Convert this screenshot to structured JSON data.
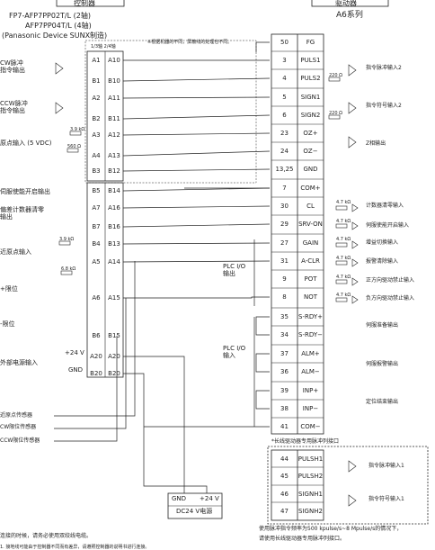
{
  "header": {
    "left_top": "控制器",
    "right_top": "驱动器",
    "model_line1": "FP7-AFP7PP02T/L (2轴)",
    "model_line2": "AFP7PP04T/L (4轴)",
    "model_line3": "(Panasonic Device SUNX制造)",
    "drive_series": "A6系列",
    "axis_labels": "1/3轴  2/4轴"
  },
  "notes": {
    "twist_note": "※根据机器的不同，屏蔽线的处理也不同。",
    "line_driver_title": "*长线驱动器专用脉冲列接口",
    "line_driver_note1": "使用脉冲指令频率为500 kpulse/s~8 Mpulse/s的情况下，",
    "line_driver_note2": "请使用长线驱动器专用脉冲列接口。",
    "footer1": "连接的时候，请务必使用双绞线电缆。",
    "footer2": "1. 接地线可能由于控制器不同而有差异，请遵照控制器的说明书进行连接。"
  },
  "controller_pins": [
    {
      "a": "A1",
      "b": "A10"
    },
    {
      "a": "B1",
      "b": "B10"
    },
    {
      "a": "A2",
      "b": "A11"
    },
    {
      "a": "B2",
      "b": "B11"
    },
    {
      "a": "A3",
      "b": "A12"
    },
    {
      "a": "A4",
      "b": "A13"
    },
    {
      "a": "B3",
      "b": "B12"
    },
    {
      "a": "B5",
      "b": "B14"
    },
    {
      "a": "A7",
      "b": "A16"
    },
    {
      "a": "B7",
      "b": "B16"
    },
    {
      "a": "B4",
      "b": "B13"
    },
    {
      "a": "A5",
      "b": "A14"
    },
    {
      "a": "A6",
      "b": "A15"
    },
    {
      "a": "B6",
      "b": "B15"
    },
    {
      "a": "A20",
      "b": "A20"
    },
    {
      "a": "B20",
      "b": "B20"
    }
  ],
  "controller_left_labels": {
    "cw": "CW脉冲\n指令输出",
    "ccw": "CCW脉冲\n指令输出",
    "zero_input": "原点输入 (5 VDC)",
    "servo_on": "伺服使能开启输出",
    "counter_clear": "偏差计数器清零\n输出",
    "home": "近原点输入",
    "plus_limit": "+限位",
    "minus_limit": "-限位",
    "ext_power": "外部电源输入",
    "plus24": "+24 V",
    "gnd": "GND",
    "home_sensor": "近原点传感器",
    "cw_sensor": "CW限位传感器",
    "ccw_sensor": "CCW限位传感器"
  },
  "controller_resistors": {
    "r1": "3.9 kΩ",
    "r2": "560 Ω",
    "r3": "3.9 kΩ",
    "r4": "6.8 kΩ"
  },
  "drive_rows": [
    {
      "num": "50",
      "name": "FG"
    },
    {
      "num": "3",
      "name": "PULS1"
    },
    {
      "num": "4",
      "name": "PULS2"
    },
    {
      "num": "5",
      "name": "SIGN1"
    },
    {
      "num": "6",
      "name": "SIGN2"
    },
    {
      "num": "23",
      "name": "OZ+"
    },
    {
      "num": "24",
      "name": "OZ−"
    },
    {
      "num": "13,25",
      "name": "GND"
    },
    {
      "num": "7",
      "name": "COM+"
    },
    {
      "num": "30",
      "name": "CL"
    },
    {
      "num": "29",
      "name": "SRV-ON"
    },
    {
      "num": "27",
      "name": "GAIN"
    },
    {
      "num": "31",
      "name": "A-CLR"
    },
    {
      "num": "9",
      "name": "POT"
    },
    {
      "num": "8",
      "name": "NOT"
    },
    {
      "num": "35",
      "name": "S-RDY+"
    },
    {
      "num": "34",
      "name": "S-RDY−"
    },
    {
      "num": "37",
      "name": "ALM+"
    },
    {
      "num": "36",
      "name": "ALM−"
    },
    {
      "num": "39",
      "name": "INP+"
    },
    {
      "num": "38",
      "name": "INP−"
    },
    {
      "num": "41",
      "name": "COM−"
    }
  ],
  "drive_right_labels": [
    "指令脉冲输入2",
    "指令符号输入2",
    "Z相输出",
    "计数器清零输入",
    "伺服使能开启输入",
    "增益切换输入",
    "报警清除输入",
    "正方向驱动禁止输入",
    "负方向驱动禁止输入",
    "伺服准备输出",
    "伺服报警输出",
    "定位结束输出"
  ],
  "drive_resistors": {
    "r220": "220 Ω",
    "r47": "4.7 kΩ"
  },
  "line_driver_rows": [
    {
      "num": "44",
      "name": "PULSH1"
    },
    {
      "num": "45",
      "name": "PULSH2"
    },
    {
      "num": "46",
      "name": "SIGNH1"
    },
    {
      "num": "47",
      "name": "SIGNH2"
    }
  ],
  "line_driver_labels": [
    "指令脉冲输入1",
    "指令符号输入1"
  ],
  "plc_io": {
    "input_label": "PLC I/O\n输出",
    "output_label": "PLC I/O\n输入"
  },
  "power_supply": {
    "gnd": "GND",
    "plus24": "+24 V",
    "name": "DC24 V电源"
  }
}
